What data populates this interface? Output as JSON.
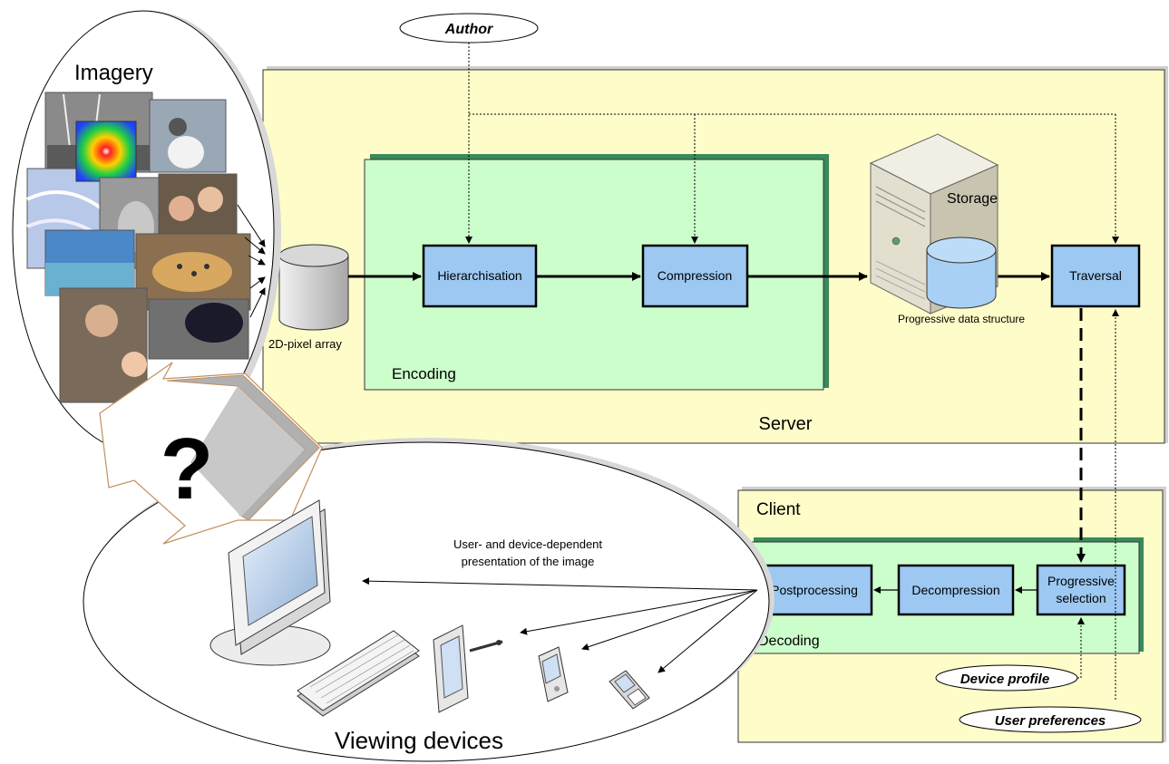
{
  "labels": {
    "author": "Author",
    "imagery": "Imagery",
    "server": "Server",
    "encoding": "Encoding",
    "storage": "Storage",
    "pixel_array": "2D-pixel array",
    "hierarchisation": "Hierarchisation",
    "compression": "Compression",
    "traversal": "Traversal",
    "progressive_data_structure": "Progressive data structure",
    "client": "Client",
    "decoding": "Decoding",
    "postprocessing": "Postprocessing",
    "decompression": "Decompression",
    "progressive_selection_line1": "Progressive",
    "progressive_selection_line2": "selection",
    "device_profile": "Device profile",
    "user_preferences": "User preferences",
    "presentation_line1": "User- and device-dependent",
    "presentation_line2": "presentation of the image",
    "viewing_devices": "Viewing devices",
    "question_mark": "?"
  },
  "colors": {
    "server_fill": "#fefcc8",
    "encoding_fill": "#ccfecc",
    "encoding_shadow": "#3a8a5a",
    "process_box_fill": "#9cc8f2",
    "storage_cylinder_fill": "#a8d0f4",
    "heatmap_accent": "#ff2020"
  },
  "icons": [
    "pixel-array-cylinder-icon",
    "server-tower-icon",
    "monitor-icon",
    "keyboard-icon",
    "tablet-icon",
    "pda-icon",
    "mobile-phone-icon",
    "photo-collage"
  ]
}
